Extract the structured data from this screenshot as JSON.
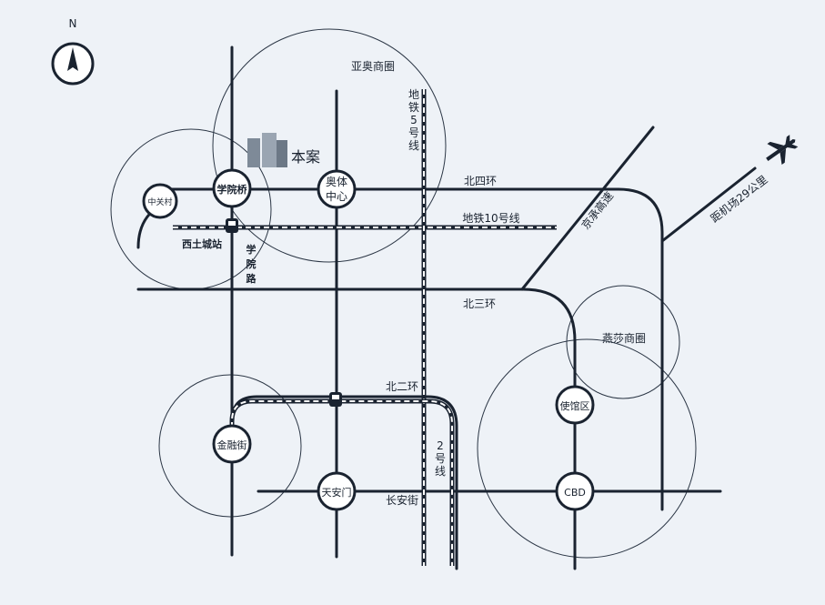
{
  "compass": {
    "north_label": "N",
    "icon": "north-arrow-icon"
  },
  "project": {
    "label": "本案",
    "icon": "building-icon"
  },
  "roads": {
    "ring4": "北四环",
    "ring3": "北三环",
    "ring2": "北二环",
    "changan": "长安街",
    "expressway": "京承高速",
    "xueyuan_road": [
      "学",
      "院",
      "路"
    ]
  },
  "metro": {
    "line10": "地铁10号线",
    "line5": [
      "地",
      "铁",
      "5",
      "号",
      "线"
    ],
    "line2": [
      "2",
      "号",
      "线"
    ],
    "station_xitucheng": "西土城站"
  },
  "nodes": {
    "zhongguancun": "中关村",
    "xueyuanqiao": "学院桥",
    "aoti": [
      "奥体",
      "中心"
    ],
    "shiguanqu": "使馆区",
    "jinrongjie": "金融街",
    "tiananmen": "天安门",
    "cbd": "CBD"
  },
  "zones": {
    "yaao": "亚奥商圈",
    "yansha": "燕莎商圈"
  },
  "airport": {
    "label": "距机场29公里",
    "icon": "airplane-icon"
  },
  "colors": {
    "road": "#1a2330",
    "background": "#eef2f7",
    "node_fill": "#ffffff"
  }
}
